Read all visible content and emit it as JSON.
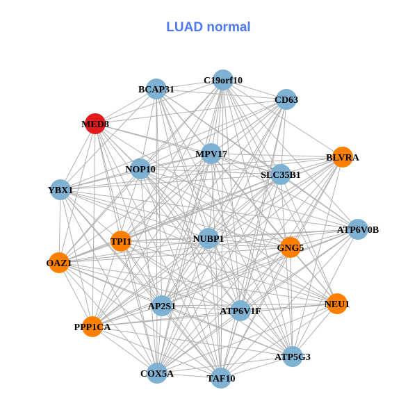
{
  "title": "LUAD normal",
  "colors": {
    "title": "#4d79f0",
    "blue": "#7fb1d3",
    "orange": "#ff7f00",
    "red": "#e41a1c",
    "edge": "#b0b0b0"
  },
  "nodes": [
    {
      "label": "C19orf10",
      "color": "blue"
    },
    {
      "label": "BCAP31",
      "color": "blue"
    },
    {
      "label": "CD63",
      "color": "blue"
    },
    {
      "label": "MED8",
      "color": "red"
    },
    {
      "label": "BLVRA",
      "color": "orange"
    },
    {
      "label": "MPV17",
      "color": "blue"
    },
    {
      "label": "NOP10",
      "color": "blue"
    },
    {
      "label": "SLC35B1",
      "color": "blue"
    },
    {
      "label": "YBX1",
      "color": "blue"
    },
    {
      "label": "ATP6V0B",
      "color": "blue"
    },
    {
      "label": "TPI1",
      "color": "orange"
    },
    {
      "label": "NUBP1",
      "color": "blue"
    },
    {
      "label": "GNG5",
      "color": "orange"
    },
    {
      "label": "OAZ1",
      "color": "orange"
    },
    {
      "label": "NEU1",
      "color": "orange"
    },
    {
      "label": "AP2S1",
      "color": "blue"
    },
    {
      "label": "ATP6V1F",
      "color": "blue"
    },
    {
      "label": "PPP1CA",
      "color": "orange"
    },
    {
      "label": "ATP5G3",
      "color": "blue"
    },
    {
      "label": "COX5A",
      "color": "blue"
    },
    {
      "label": "TAF10",
      "color": "blue"
    }
  ],
  "adjacency": {
    "0": [
      1,
      2,
      3,
      4,
      5,
      6,
      7,
      9,
      10,
      11,
      12,
      13,
      14,
      15,
      16,
      17,
      18,
      19,
      20
    ],
    "1": [
      2,
      3,
      5,
      6,
      7,
      8,
      9,
      11,
      12,
      14,
      15,
      16,
      18,
      19,
      20
    ],
    "2": [
      3,
      5,
      6,
      7,
      8,
      10,
      11,
      13,
      15,
      16,
      17,
      19,
      20
    ],
    "3": [
      5,
      6,
      7,
      8,
      10,
      11,
      12,
      13,
      15,
      16,
      17,
      19,
      20
    ],
    "4": [
      5,
      6,
      7,
      8,
      10,
      11,
      12,
      13,
      15,
      16,
      17,
      18,
      19,
      20
    ],
    "5": [
      6,
      7,
      8,
      9,
      10,
      12,
      14,
      15,
      16,
      17,
      18,
      19,
      20
    ],
    "6": [
      7,
      8,
      9,
      11,
      12,
      13,
      14,
      16,
      17,
      18,
      19,
      20
    ],
    "7": [
      8,
      9,
      10,
      11,
      13,
      14,
      15,
      16,
      17,
      18,
      19,
      20
    ],
    "8": [
      9,
      10,
      11,
      12,
      13,
      14,
      15,
      17,
      19,
      20
    ],
    "9": [
      10,
      11,
      12,
      13,
      15,
      16,
      17,
      18,
      19,
      20
    ],
    "10": [
      11,
      12,
      13,
      14,
      15,
      16,
      18,
      19,
      20
    ],
    "11": [
      12,
      13,
      14,
      15,
      17,
      18,
      19,
      20
    ],
    "12": [
      13,
      14,
      15,
      16,
      17,
      18,
      19,
      20
    ],
    "13": [
      14,
      15,
      16,
      17,
      18,
      19,
      20
    ],
    "14": [
      15,
      16,
      17,
      18,
      19,
      20
    ],
    "15": [
      16,
      17,
      18,
      19,
      20
    ],
    "16": [
      17,
      18,
      19,
      20
    ],
    "17": [
      18,
      19,
      20
    ],
    "18": [
      19,
      20
    ],
    "19": [
      20
    ]
  }
}
